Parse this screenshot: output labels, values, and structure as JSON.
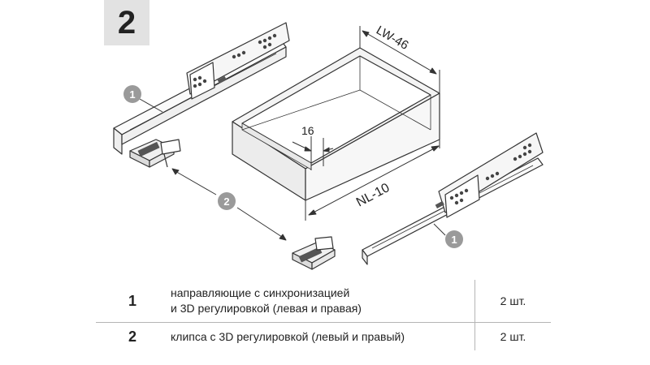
{
  "step_number": "2",
  "drawing": {
    "dimension_width": "LW-46",
    "dimension_length": "NL-10",
    "dimension_offset": "16"
  },
  "callouts": {
    "runner_left": "1",
    "runner_right": "1",
    "clips": "2"
  },
  "parts": [
    {
      "num": "1",
      "desc_line1": "направляющие с синхронизацией",
      "desc_line2": "и 3D регулировкой (левая и правая)",
      "qty": "2 шт."
    },
    {
      "num": "2",
      "desc_line1": "клипса с 3D регулировкой (левый и правый)",
      "qty": "2 шт."
    }
  ]
}
